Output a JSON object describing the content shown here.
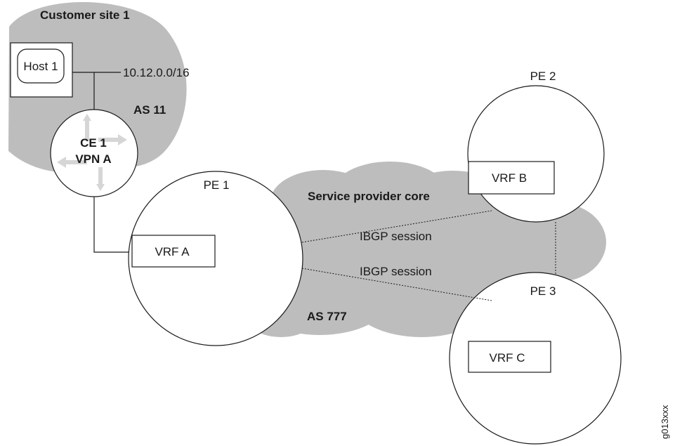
{
  "customer_site": {
    "title": "Customer site 1",
    "host_label": "Host 1",
    "prefix": "10.12.0.0/16",
    "as_label": "AS 11",
    "ce_line1": "CE 1",
    "ce_line2": "VPN A"
  },
  "provider": {
    "core_label": "Service provider core",
    "as_label": "AS 777"
  },
  "routers": {
    "pe1": {
      "label": "PE 1",
      "vrf": "VRF A"
    },
    "pe2": {
      "label": "PE 2",
      "vrf": "VRF B"
    },
    "pe3": {
      "label": "PE 3",
      "vrf": "VRF C"
    }
  },
  "sessions": {
    "pe1_pe2": "IBGP session",
    "pe1_pe3": "IBGP session"
  },
  "figure_id": "g013xxx",
  "colors": {
    "site_fill": "#bdbdbd",
    "core_fill": "#bdbdbd",
    "outline": "#1a1a1a",
    "arrow_fill": "#d6d6d6"
  }
}
